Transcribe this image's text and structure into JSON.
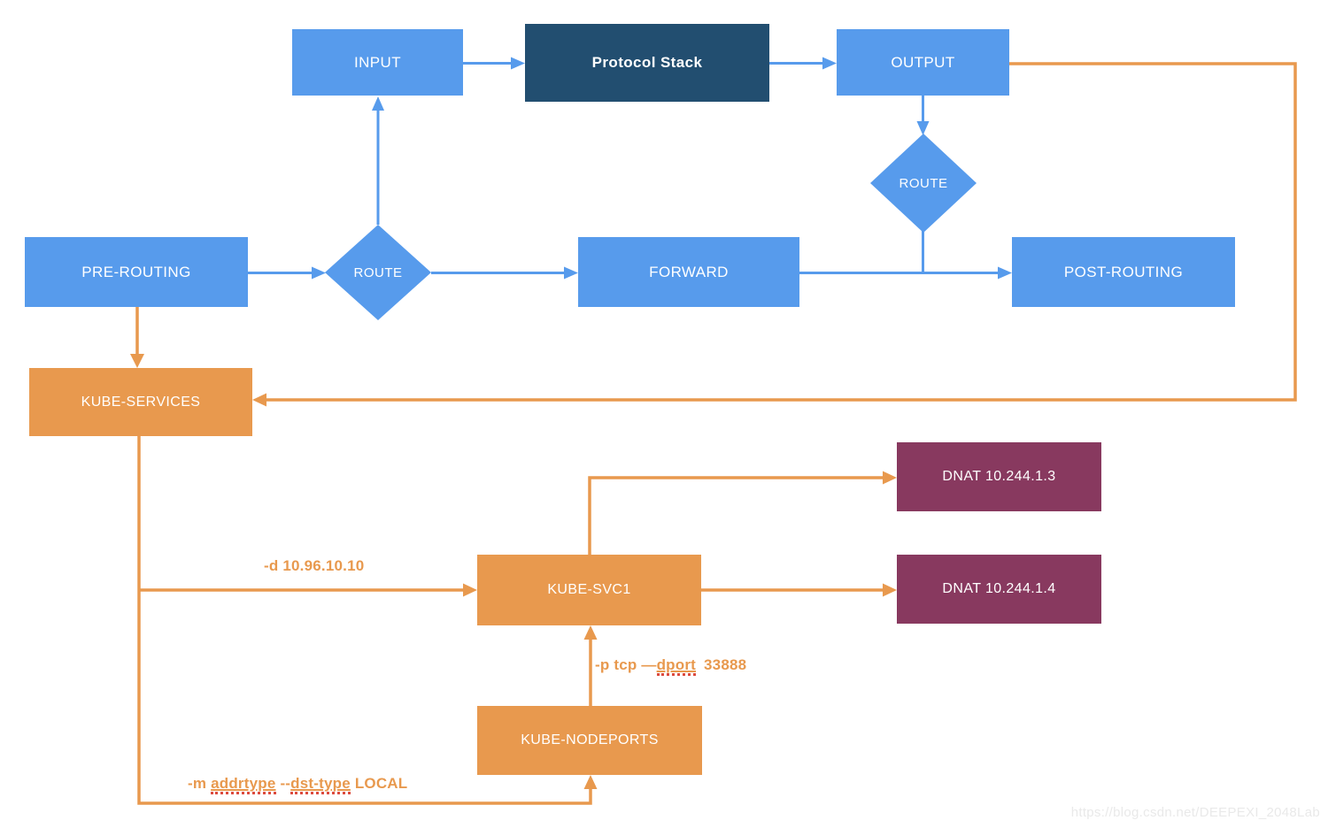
{
  "colors": {
    "chain_blue": "#579BEC",
    "protocol_stack_navy": "#224E70",
    "kube_orange": "#E8994E",
    "dnat_maroon": "#88395F",
    "spellcheck_red": "#DC4B3E",
    "watermark_gray": "#E9E9E9",
    "node_text": "#ffffff"
  },
  "nodes": {
    "input": {
      "label": "INPUT"
    },
    "protocol_stack": {
      "label": "Protocol Stack"
    },
    "output": {
      "label": "OUTPUT"
    },
    "route_upper": {
      "label": "ROUTE"
    },
    "pre_routing": {
      "label": "PRE-ROUTING"
    },
    "route_main": {
      "label": "ROUTE"
    },
    "forward": {
      "label": "FORWARD"
    },
    "post_routing": {
      "label": "POST-ROUTING"
    },
    "kube_services": {
      "label": "KUBE-SERVICES"
    },
    "kube_svc1": {
      "label": "KUBE-SVC1"
    },
    "kube_nodeports": {
      "label": "KUBE-NODEPORTS"
    },
    "dnat_pod1": {
      "label": "DNAT 10.244.1.3"
    },
    "dnat_pod2": {
      "label": "DNAT 10.244.1.4"
    }
  },
  "annotations": {
    "service_ip_rule": {
      "text": "-d 10.96.10.10"
    },
    "dport_rule": {
      "seg1": "-p tcp —",
      "word": "dport",
      "seg2": "33888"
    },
    "addrtype_rule": {
      "seg1": "-m ",
      "word1": "addrtype",
      "seg2": " --",
      "word2": "dst-type",
      "seg3": " LOCAL"
    }
  },
  "watermark": "https://blog.csdn.net/DEEPEXI_2048Lab"
}
